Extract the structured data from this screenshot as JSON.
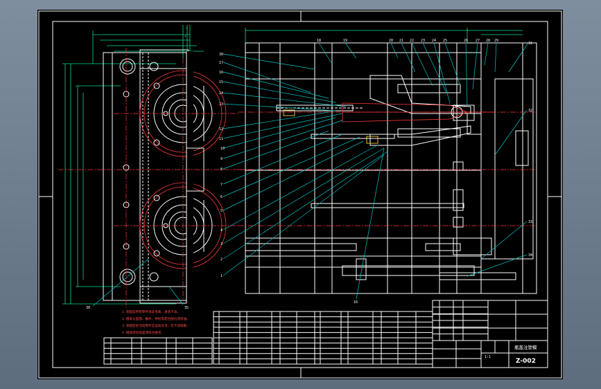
{
  "drawing": {
    "title_block": {
      "drawing_name": "瓶盖注塑模",
      "drawing_number": "Z-002",
      "scale": "1:1"
    },
    "balloons": {
      "left_view": [
        "30",
        "35"
      ],
      "top_row": [
        "18",
        "19",
        "20",
        "21",
        "22",
        "23",
        "24",
        "25",
        "26",
        "27",
        "28",
        "29"
      ],
      "left_column": [
        "30",
        "17",
        "16",
        "15",
        "14",
        "13",
        "12",
        "11",
        "10",
        "9",
        "8",
        "7",
        "6",
        "5",
        "4",
        "3",
        "2",
        "1"
      ],
      "right_column": [
        "31",
        "32",
        "33",
        "34"
      ],
      "bottom": "16"
    },
    "tech_notes": [
      "1. 装配前所有零件须去毛刺、清洗干净。",
      "2. 模具分型面、推杆、导柱等配合部位须涂油。",
      "3. 装配后各活动零件应运动灵活，无卡滞现象。",
      "4. 模具闭合高度须符合要求。"
    ],
    "colors": {
      "outline": "#ffffff",
      "dimension": "#00e08a",
      "centerline": "#ff3b3b",
      "leader": "#00c8c8",
      "highlight": "#ffd23c"
    }
  }
}
